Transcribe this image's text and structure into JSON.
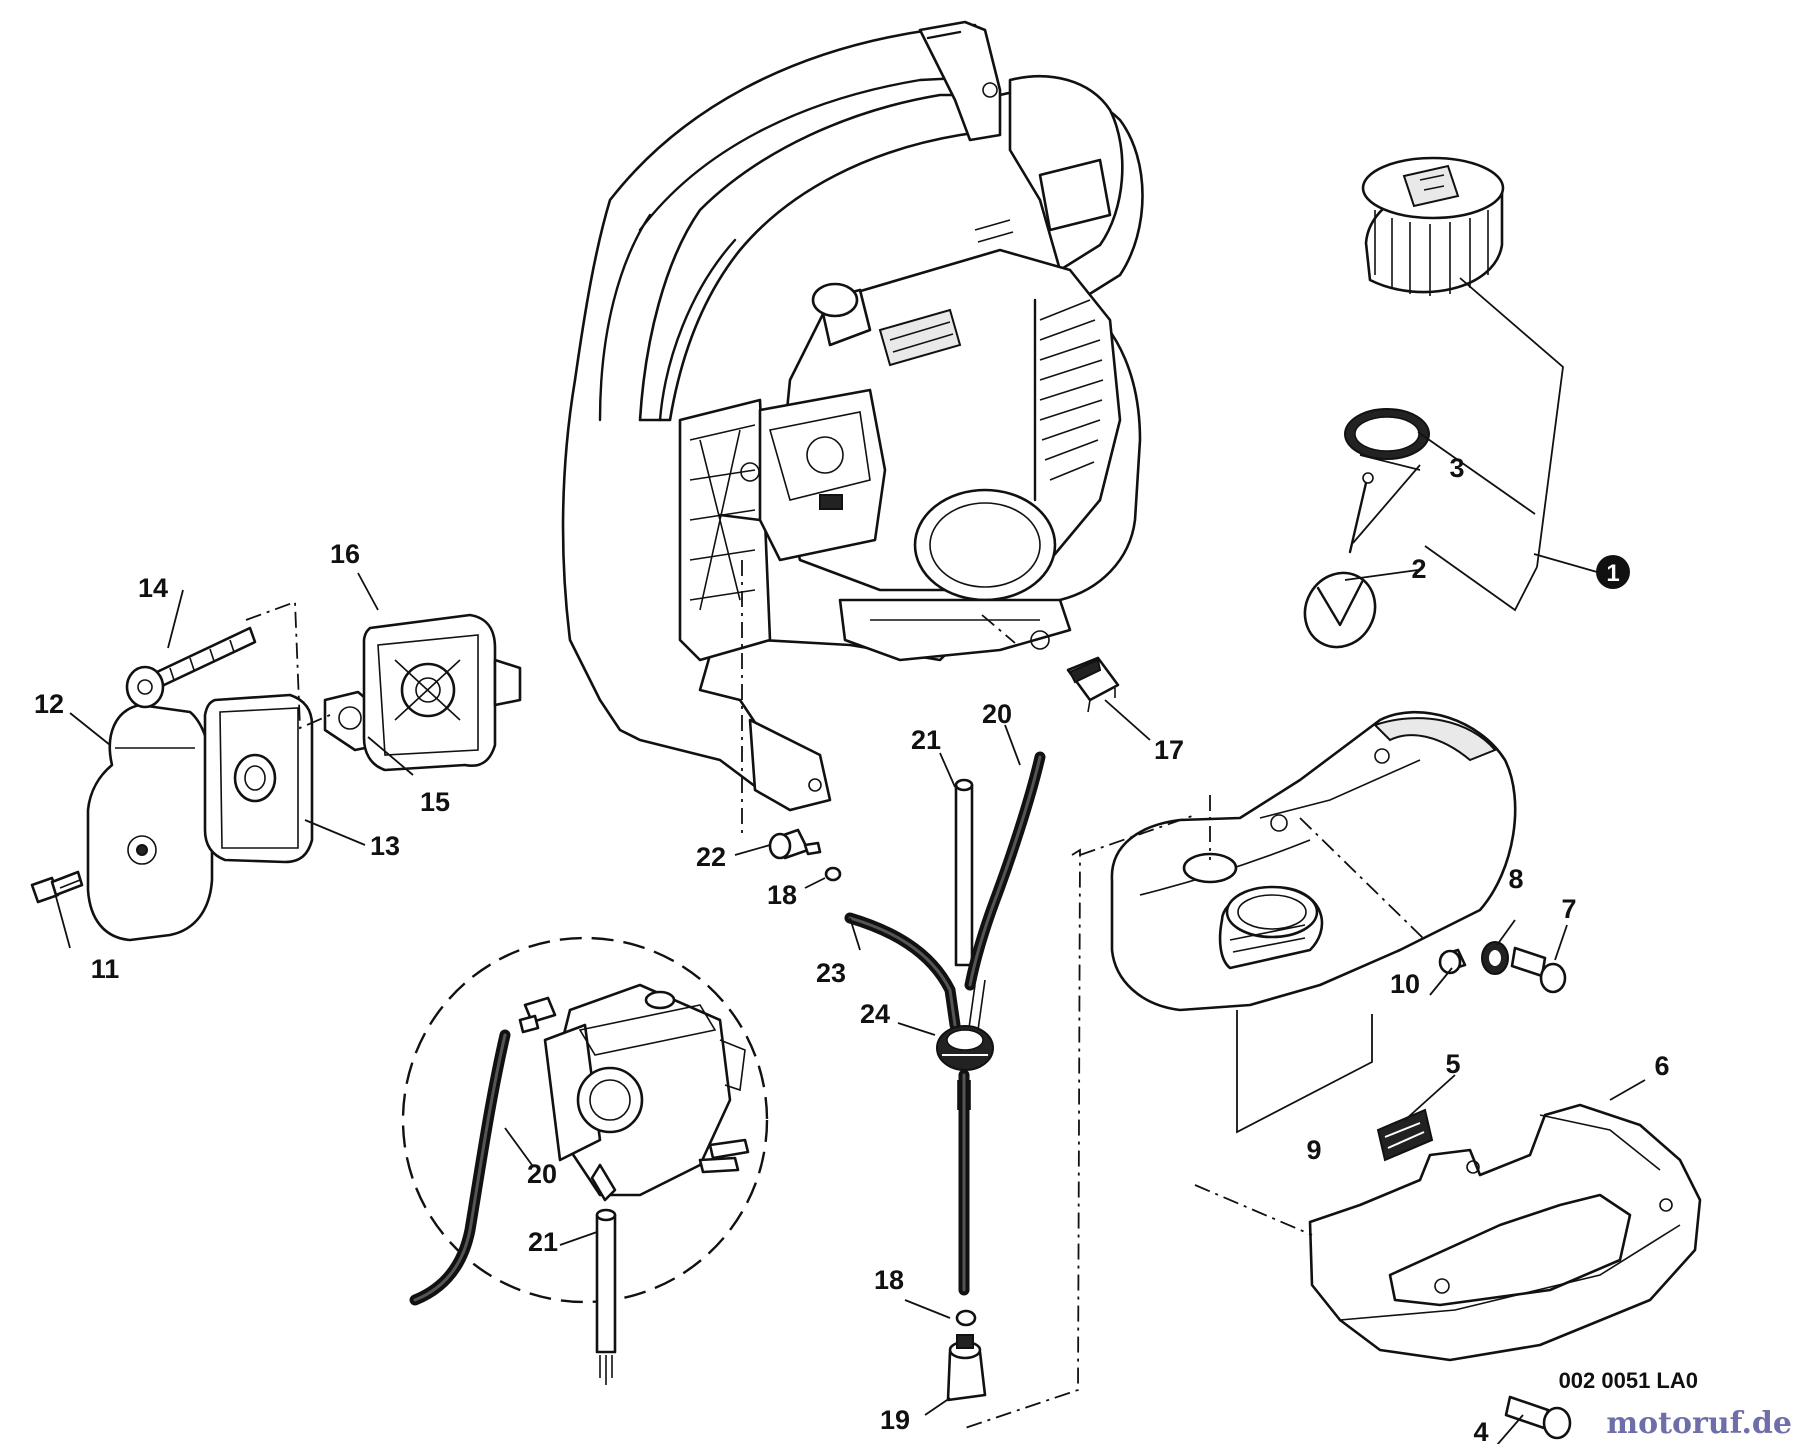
{
  "diagram": {
    "drawing_code": "002 0051 LA0",
    "watermark": "motoruf.de",
    "callouts": [
      {
        "id": "callout-1",
        "text": "1",
        "style": "filled-circle"
      },
      {
        "id": "callout-2",
        "text": "2"
      },
      {
        "id": "callout-3",
        "text": "3"
      },
      {
        "id": "callout-4",
        "text": "4"
      },
      {
        "id": "callout-5",
        "text": "5"
      },
      {
        "id": "callout-6",
        "text": "6"
      },
      {
        "id": "callout-7",
        "text": "7"
      },
      {
        "id": "callout-8",
        "text": "8"
      },
      {
        "id": "callout-9",
        "text": "9"
      },
      {
        "id": "callout-10",
        "text": "10"
      },
      {
        "id": "callout-11",
        "text": "11"
      },
      {
        "id": "callout-12",
        "text": "12"
      },
      {
        "id": "callout-13",
        "text": "13"
      },
      {
        "id": "callout-14",
        "text": "14"
      },
      {
        "id": "callout-15",
        "text": "15"
      },
      {
        "id": "callout-16",
        "text": "16"
      },
      {
        "id": "callout-17",
        "text": "17"
      },
      {
        "id": "callout-18a",
        "text": "18"
      },
      {
        "id": "callout-18b",
        "text": "18"
      },
      {
        "id": "callout-19",
        "text": "19"
      },
      {
        "id": "callout-20a",
        "text": "20"
      },
      {
        "id": "callout-20b",
        "text": "20"
      },
      {
        "id": "callout-21a",
        "text": "21"
      },
      {
        "id": "callout-21b",
        "text": "21"
      },
      {
        "id": "callout-22",
        "text": "22"
      },
      {
        "id": "callout-23",
        "text": "23"
      },
      {
        "id": "callout-24",
        "text": "24"
      }
    ]
  }
}
